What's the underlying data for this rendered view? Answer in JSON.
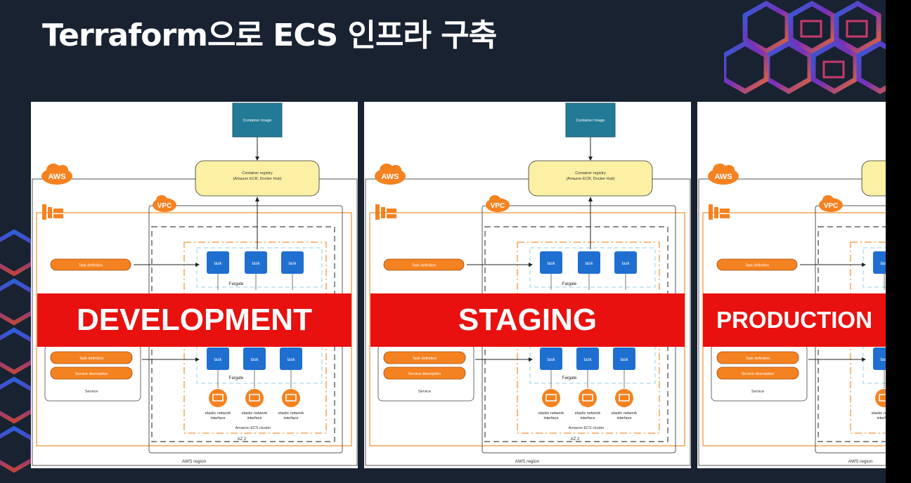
{
  "slide": {
    "title": "Terraform으로 ECS 인프라 구축",
    "colors": {
      "background": "#182231",
      "banner": "#e8110f",
      "orange": "#f58220",
      "task_blue": "#1f6fd1",
      "image_teal": "#237a96",
      "registry_yellow": "#fbf0a3"
    }
  },
  "diagram": {
    "container_image": "Container Image",
    "registry_line1": "Container registry",
    "registry_line2": "(Amazon ECR, Docker Hub)",
    "aws_badge": "AWS",
    "vpc_badge": "VPC",
    "task_definition": "Task definition",
    "service_description": "Service description",
    "service": "Service",
    "task": "task",
    "fargate": "Fargate",
    "eni_line1": "elastic network",
    "eni_line2": "interface",
    "cluster": "Amazon ECS cluster",
    "az": "AZ 2",
    "region": "AWS region",
    "icons": [
      "ecs-icon",
      "eni-icon"
    ]
  },
  "environments": [
    {
      "name": "development",
      "label": "DEVELOPMENT"
    },
    {
      "name": "staging",
      "label": "STAGING"
    },
    {
      "name": "production",
      "label": "PRODUCTION"
    }
  ]
}
